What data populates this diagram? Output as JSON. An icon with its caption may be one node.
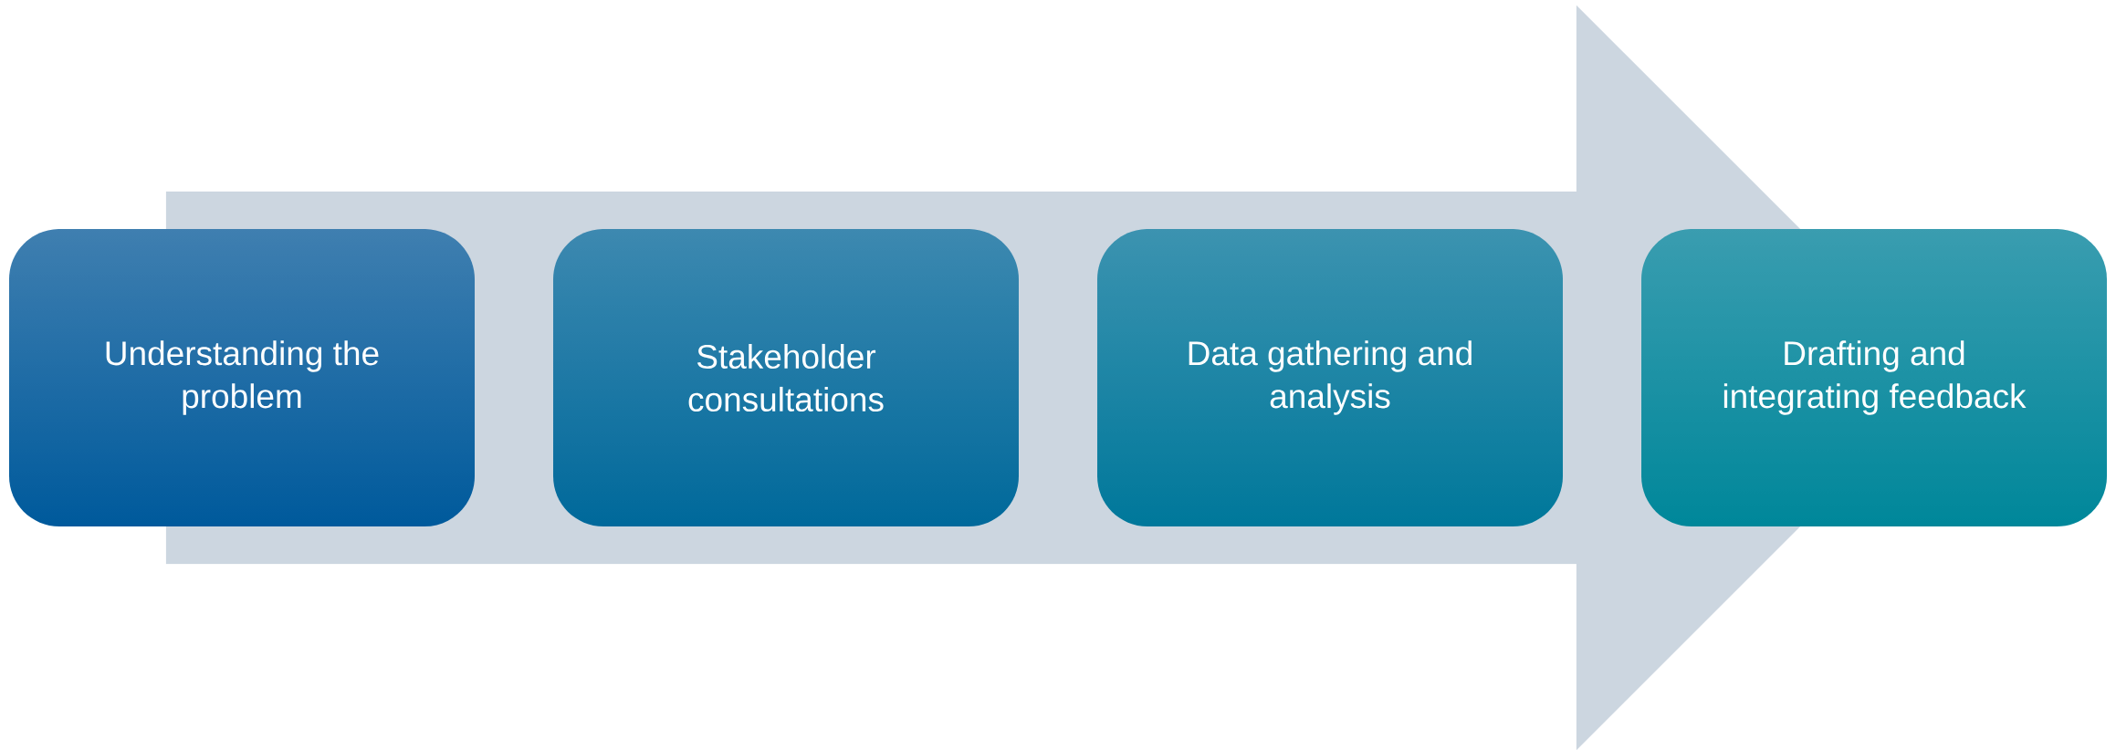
{
  "diagram": {
    "nodes": [
      {
        "text": [
          "Understanding the problem"
        ]
      },
      {
        "text": [
          "Stakeholder consultations"
        ]
      },
      {
        "text": [
          "Data gathering and analysis"
        ]
      },
      {
        "text": [
          "Drafting and integrating feedback"
        ]
      }
    ],
    "edges": [
      {
        "from": 0,
        "to": 3,
        "arrow": "to"
      }
    ]
  }
}
